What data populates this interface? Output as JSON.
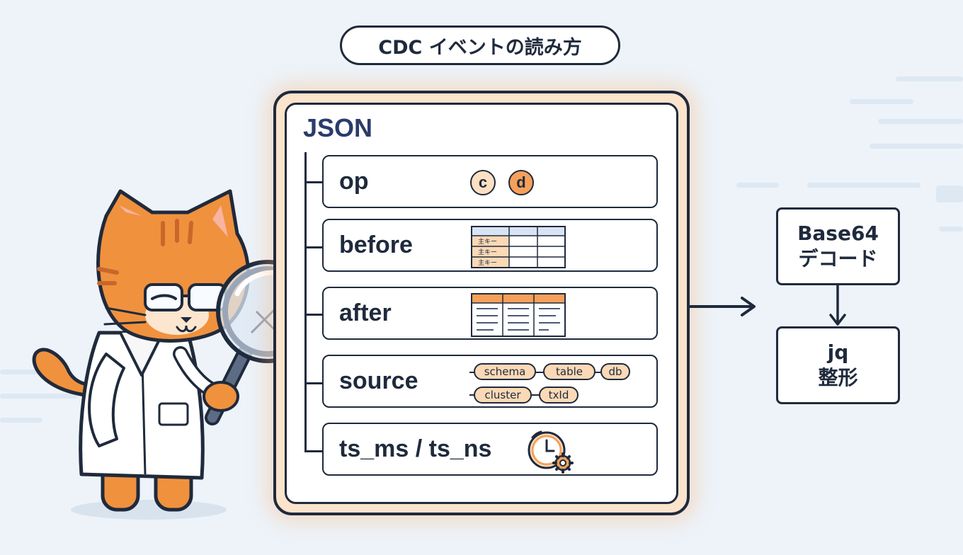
{
  "title": "CDC イベントの読み方",
  "json_panel": {
    "label": "JSON",
    "fields": [
      {
        "key": "op",
        "values": [
          "c",
          "d"
        ]
      },
      {
        "key": "before",
        "table_tag": "主キー"
      },
      {
        "key": "after"
      },
      {
        "key": "source",
        "tags": [
          "schema",
          "table",
          "db",
          "cluster",
          "txId"
        ]
      },
      {
        "key": "ts_ms / ts_ns"
      }
    ]
  },
  "decode_box": {
    "line1": "Base64",
    "line2": "デコード"
  },
  "jq_box": {
    "line1": "jq",
    "line2": "整形"
  },
  "colors": {
    "outline": "#1f2a3c",
    "accent_orange": "#f6a05a",
    "light_orange": "#fbd9b6",
    "panel_glow": "#fbe3cc",
    "table_header_blue": "#d8e4f3",
    "background": "#edf3f9"
  },
  "icons": [
    "magnifying-glass-icon",
    "clock-gear-icon",
    "arrow-right-icon",
    "arrow-down-icon"
  ]
}
